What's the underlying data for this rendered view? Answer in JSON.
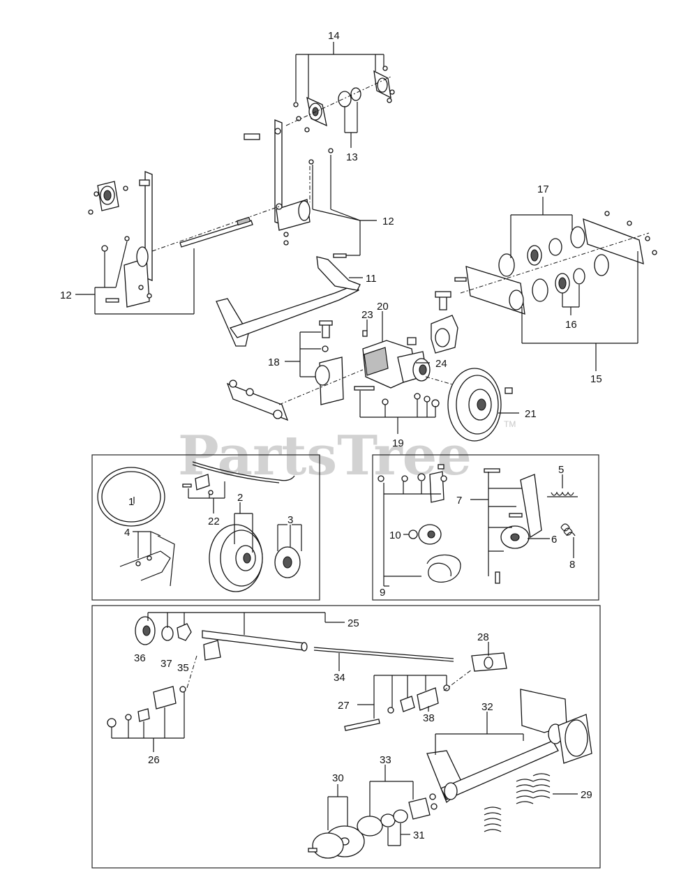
{
  "watermark": {
    "text": "PartsTree",
    "trademark": "TM"
  },
  "callouts": {
    "n1": "1",
    "n2": "2",
    "n3": "3",
    "n4": "4",
    "n5": "5",
    "n6": "6",
    "n7": "7",
    "n8": "8",
    "n9": "9",
    "n10": "10",
    "n11": "11",
    "n12a": "12",
    "n12b": "12",
    "n13": "13",
    "n14": "14",
    "n15": "15",
    "n16": "16",
    "n17": "17",
    "n18": "18",
    "n19": "19",
    "n20": "20",
    "n21": "21",
    "n22": "22",
    "n23": "23",
    "n24": "24",
    "n25": "25",
    "n26": "26",
    "n27": "27",
    "n28": "28",
    "n29": "29",
    "n30": "30",
    "n31": "31",
    "n32": "32",
    "n33": "33",
    "n34": "34",
    "n35": "35",
    "n36": "36",
    "n37": "37",
    "n38": "38"
  }
}
